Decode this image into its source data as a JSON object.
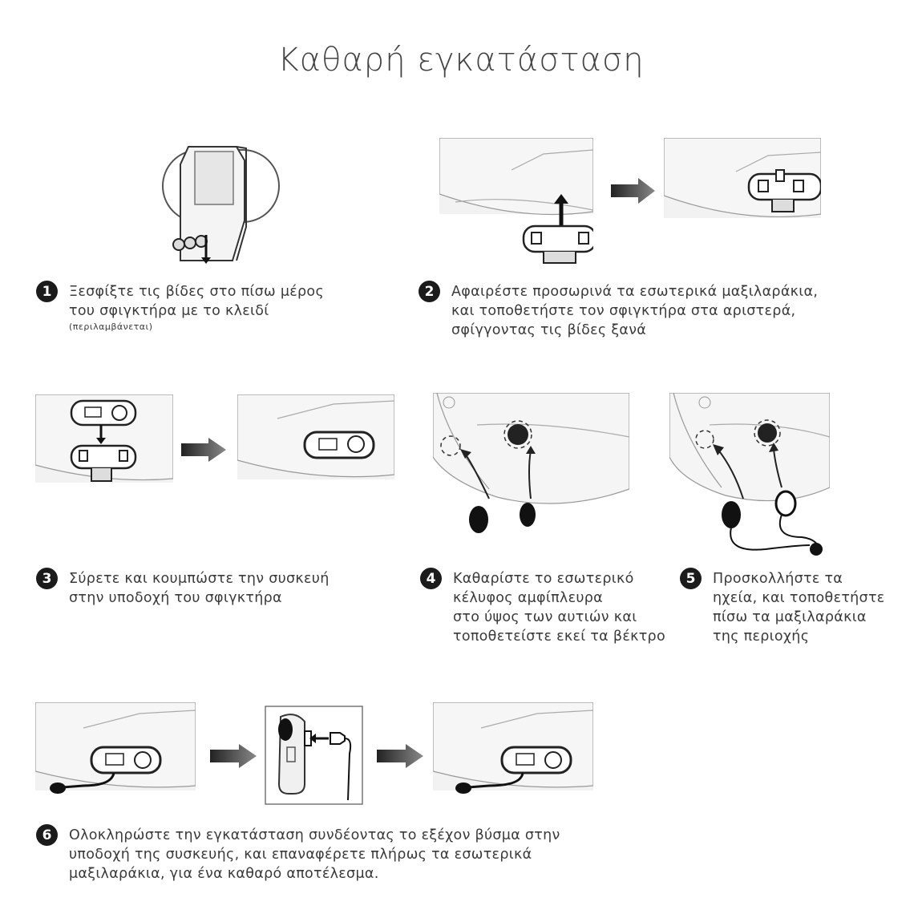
{
  "title": "Καθαρή εγκατάσταση",
  "steps": [
    {
      "number": "1",
      "lines": [
        "Ξεσφίξτε τις βίδες στο πίσω μέρος",
        "του σφιγκτήρα με το κλειδί"
      ],
      "note": "(περιλαμβάνεται)"
    },
    {
      "number": "2",
      "lines": [
        "Αφαιρέστε προσωρινά τα εσωτερικά μαξιλαράκια,",
        "και τοποθετήστε τον σφιγκτήρα στα αριστερά,",
        "σφίγγοντας τις βίδες ξανά"
      ]
    },
    {
      "number": "3",
      "lines": [
        "Σύρετε και κουμπώστε την συσκευή",
        "στην υποδοχή του σφιγκτήρα"
      ]
    },
    {
      "number": "4",
      "lines": [
        "Καθαρίστε το εσωτερικό",
        "κέλυφος αμφίπλευρα",
        "στο ύψος των αυτιών και",
        "τοποθετείστε εκεί τα βέκτρο"
      ]
    },
    {
      "number": "5",
      "lines": [
        "Προσκολλήστε τα",
        "ηχεία, και τοποθετήστε",
        "πίσω τα μαξιλαράκια",
        "της περιοχής"
      ]
    },
    {
      "number": "6",
      "lines": [
        "Ολοκληρώστε την εγκατάσταση συνδέοντας το εξέχον βύσμα στην",
        "υποδοχή της συσκευής, και επαναφέρετε πλήρως τα εσωτερικά",
        "μαξιλαράκια, για ένα καθαρό αποτέλεσμα."
      ]
    }
  ]
}
